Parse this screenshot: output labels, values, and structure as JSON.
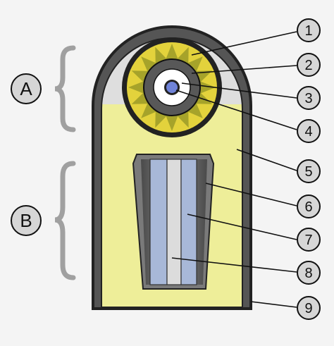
{
  "diagram": {
    "section_labels": [
      "A",
      "B"
    ],
    "callouts": [
      "1",
      "2",
      "3",
      "4",
      "5",
      "6",
      "7",
      "8",
      "9"
    ]
  },
  "colors": {
    "background": "#f4f4f4",
    "casing": "#555555",
    "casing_outline": "#222222",
    "head_fill": "#dedede",
    "body_fill": "#eeee99",
    "star_ring": "#e3d23c",
    "star_spikes": "#a6a32a",
    "dark_ring": "#585858",
    "inner_white": "#ffffff",
    "core_blue": "#6f83d8",
    "cavity_gray": "#6a6a6a",
    "rod_blue": "#a8b8d8",
    "rod_light": "#dcdcdc",
    "brace": "#a0a0a0",
    "leader_line": "#111111",
    "callout_fill": "#d6d6d6"
  }
}
